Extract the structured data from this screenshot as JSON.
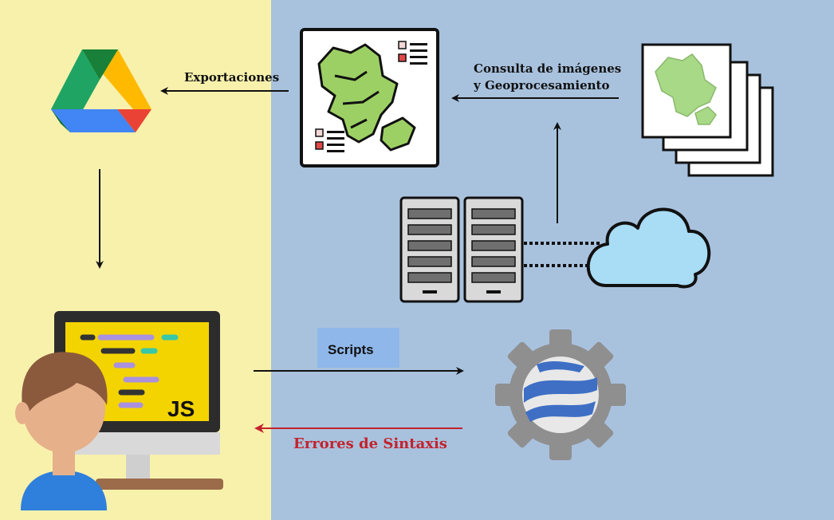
{
  "colors": {
    "left_panel": "#f8f1ac",
    "right_panel": "#a8c2de",
    "scripts_box": "#8fb7ea",
    "error_text": "#c3232d",
    "arrow": "#111111",
    "error_arrow": "#c3232d"
  },
  "labels": {
    "exportaciones": "Exportaciones",
    "consulta_line1": "Consulta de imágenes",
    "consulta_line2": "y Geoprocesamiento",
    "scripts": "Scripts",
    "errores": "Errores de  Sintaxis",
    "code_badge": "JS"
  },
  "icons": {
    "drive": "google-drive-icon",
    "map": "map-document-icon",
    "stack": "image-stack-icon",
    "servers": "server-rack-icon",
    "cloud": "cloud-icon",
    "earth_engine": "earth-engine-gear-icon",
    "developer": "developer-computer-icon"
  }
}
